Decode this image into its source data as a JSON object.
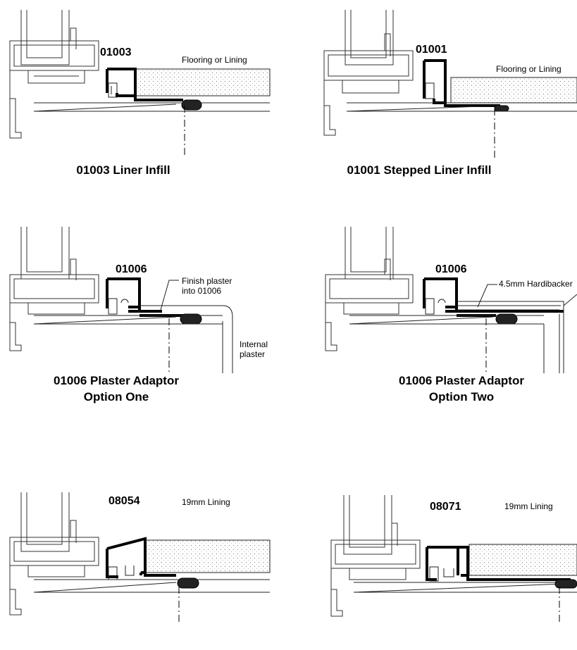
{
  "panels": [
    {
      "code": "01003",
      "caption": [
        "01003 Liner Infill"
      ],
      "notes": [
        "Flooring or Lining"
      ]
    },
    {
      "code": "01001",
      "caption": [
        "01001 Stepped Liner Infill"
      ],
      "notes": [
        "Flooring or Lining"
      ]
    },
    {
      "code": "01006",
      "caption": [
        "01006 Plaster Adaptor",
        "Option One"
      ],
      "notes": [
        "Finish plaster",
        "into 01006",
        "Internal",
        "plaster"
      ]
    },
    {
      "code": "01006",
      "caption": [
        "01006 Plaster Adaptor",
        "Option Two"
      ],
      "notes": [
        "4.5mm Hardibacker"
      ]
    },
    {
      "code": "08054",
      "caption": [],
      "notes": [
        "19mm Lining"
      ]
    },
    {
      "code": "08071",
      "caption": [],
      "notes": [
        "19mm Lining"
      ]
    }
  ]
}
